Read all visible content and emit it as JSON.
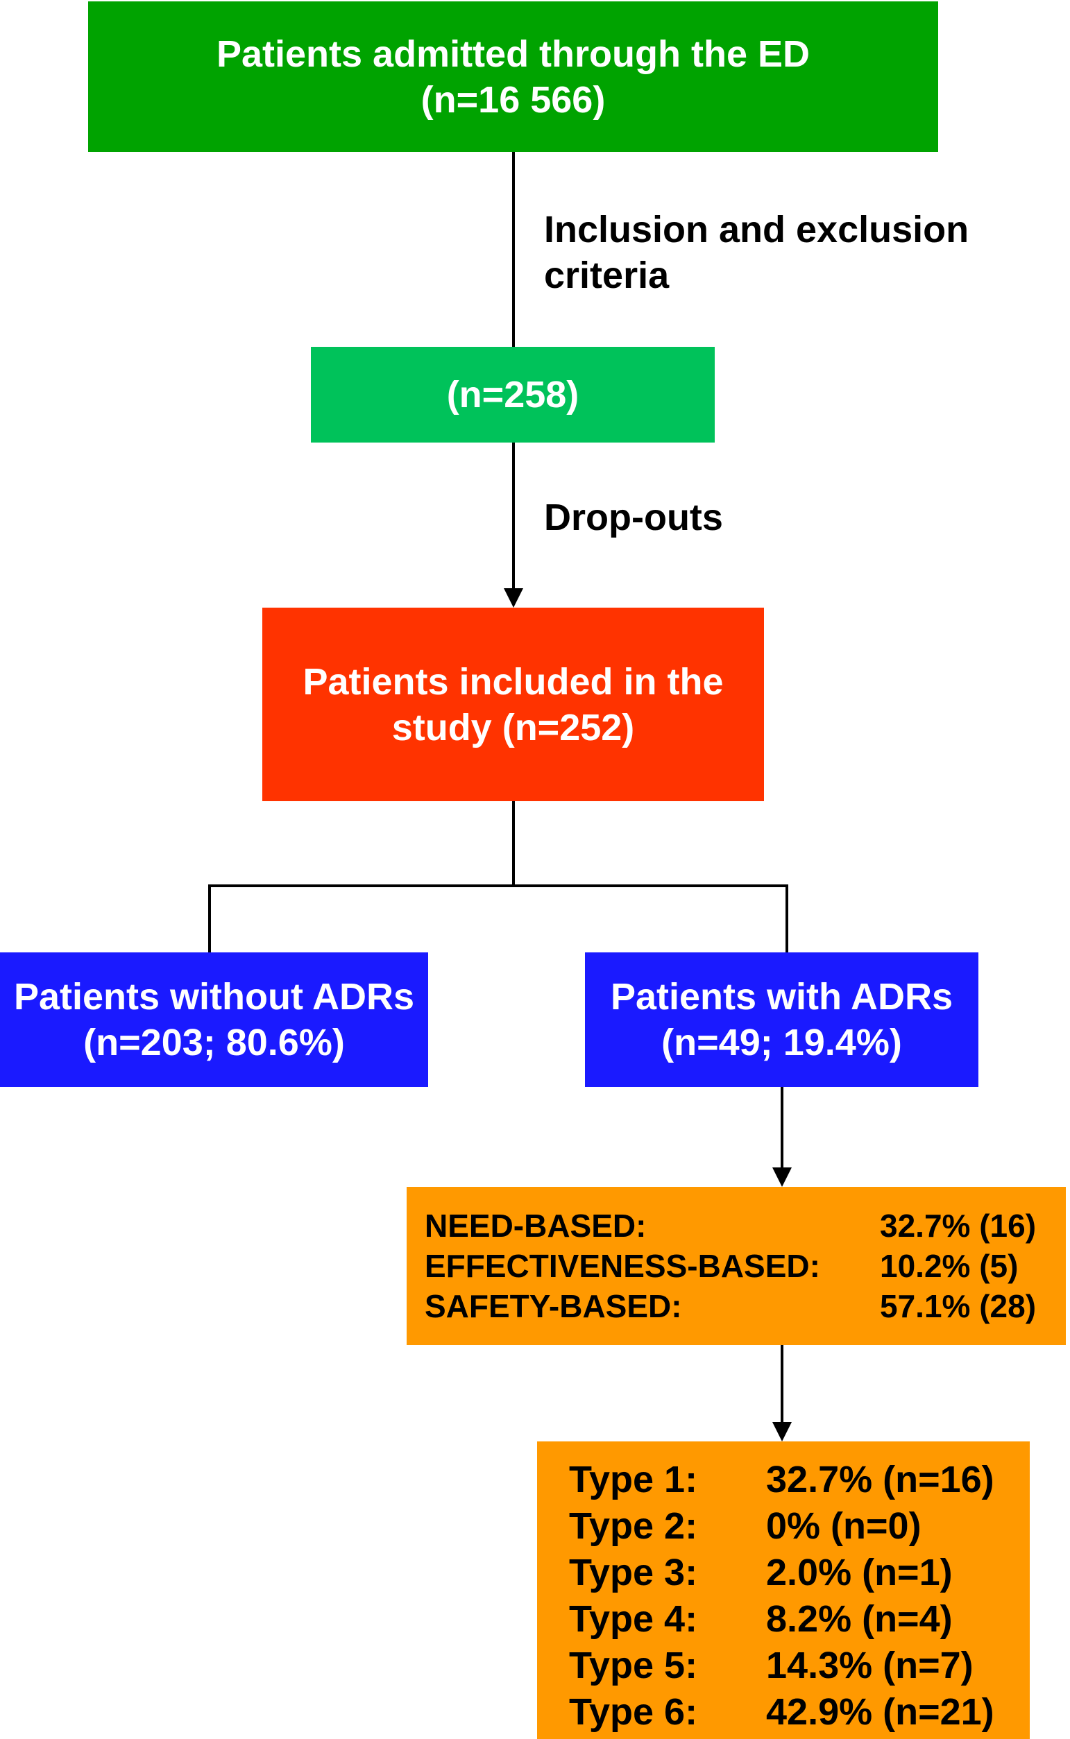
{
  "total": {
    "line1": "Patients admitted through the ED",
    "line2": "(n=16 566)"
  },
  "step1_label": {
    "line1": "Inclusion and exclusion",
    "line2": "criteria"
  },
  "eligible": {
    "line1": "(n=258)"
  },
  "step2_label": {
    "line1": "Drop-outs"
  },
  "included": {
    "line1": "Patients included in the",
    "line2": "study (n=252)"
  },
  "no_adr": {
    "line1": "Patients without ADRs",
    "line2": "(n=203; 80.6%)"
  },
  "adr": {
    "line1": "Patients with ADRs",
    "line2": "(n=49; 19.4%)"
  },
  "basis": [
    {
      "label": "NEED-BASED:",
      "value": "32.7% (16)"
    },
    {
      "label": "EFFECTIVENESS-BASED:",
      "value": "10.2% (5)"
    },
    {
      "label": "SAFETY-BASED:",
      "value": "57.1% (28)"
    }
  ],
  "types": [
    {
      "label": "Type 1:",
      "value": "32.7% (n=16)"
    },
    {
      "label": "Type 2:",
      "value": "0% (n=0)"
    },
    {
      "label": "Type 3:",
      "value": "2.0% (n=1)"
    },
    {
      "label": "Type 4:",
      "value": "8.2% (n=4)"
    },
    {
      "label": "Type 5:",
      "value": "14.3% (n=7)"
    },
    {
      "label": "Type 6:",
      "value": "42.9% (n=21)"
    }
  ],
  "colors": {
    "green_dark": "#00a300",
    "green_light": "#00c25a",
    "red": "#ff3300",
    "blue": "#1a1aff",
    "orange": "#ff9900"
  }
}
